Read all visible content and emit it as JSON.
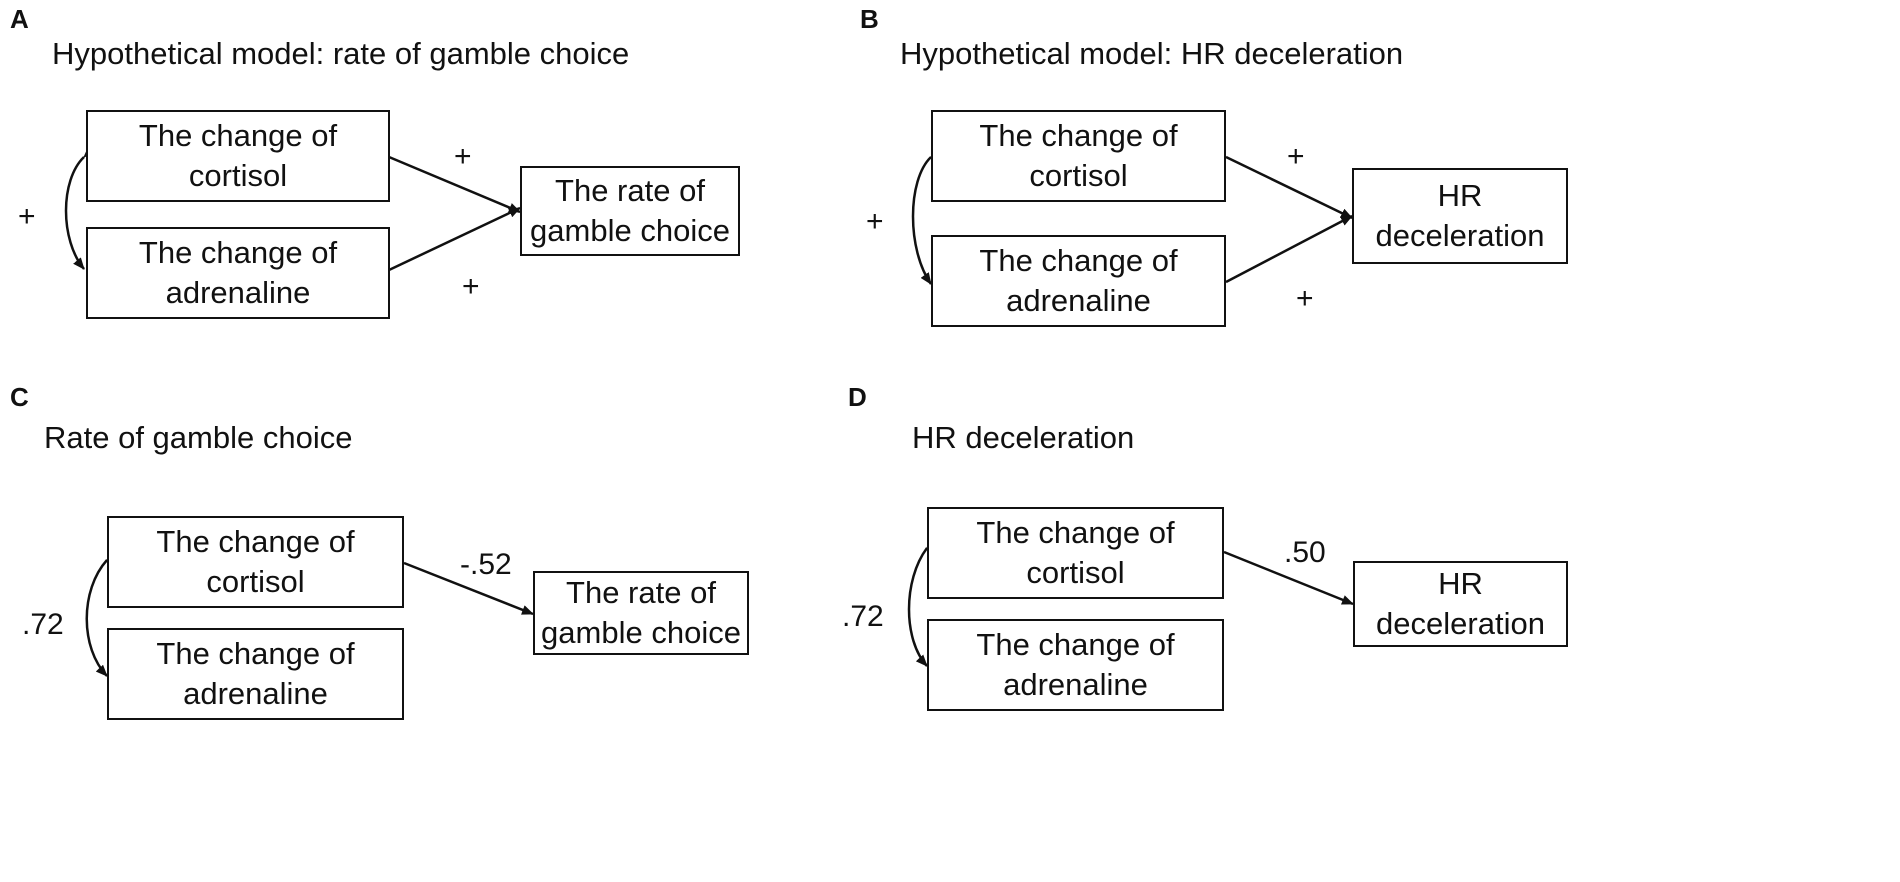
{
  "panels": {
    "A": {
      "letter": "A",
      "title": "Hypothetical model: rate of  gamble choice",
      "box_cortisol": [
        "The change of",
        "cortisol"
      ],
      "box_adrenaline": [
        "The change of",
        "adrenaline"
      ],
      "box_outcome": [
        "The rate of",
        "gamble choice"
      ],
      "correlation_label": "+",
      "path_cortisol_label": "+",
      "path_adrenaline_label": "+"
    },
    "B": {
      "letter": "B",
      "title": "Hypothetical model: HR deceleration",
      "box_cortisol": [
        "The change of",
        "cortisol"
      ],
      "box_adrenaline": [
        "The change of",
        "adrenaline"
      ],
      "box_outcome": [
        "HR",
        "deceleration"
      ],
      "correlation_label": "+",
      "path_cortisol_label": "+",
      "path_adrenaline_label": "+"
    },
    "C": {
      "letter": "C",
      "title": "Rate of  gamble choice",
      "box_cortisol": [
        "The change of",
        "cortisol"
      ],
      "box_adrenaline": [
        "The change of",
        "adrenaline"
      ],
      "box_outcome": [
        "The rate of",
        "gamble choice"
      ],
      "correlation_label": ".72",
      "path_cortisol_label": "-.52"
    },
    "D": {
      "letter": "D",
      "title": "HR deceleration",
      "box_cortisol": [
        "The change of",
        "cortisol"
      ],
      "box_adrenaline": [
        "The change of",
        "adrenaline"
      ],
      "box_outcome": [
        "HR",
        "deceleration"
      ],
      "correlation_label": ".72",
      "path_cortisol_label": ".50"
    }
  }
}
